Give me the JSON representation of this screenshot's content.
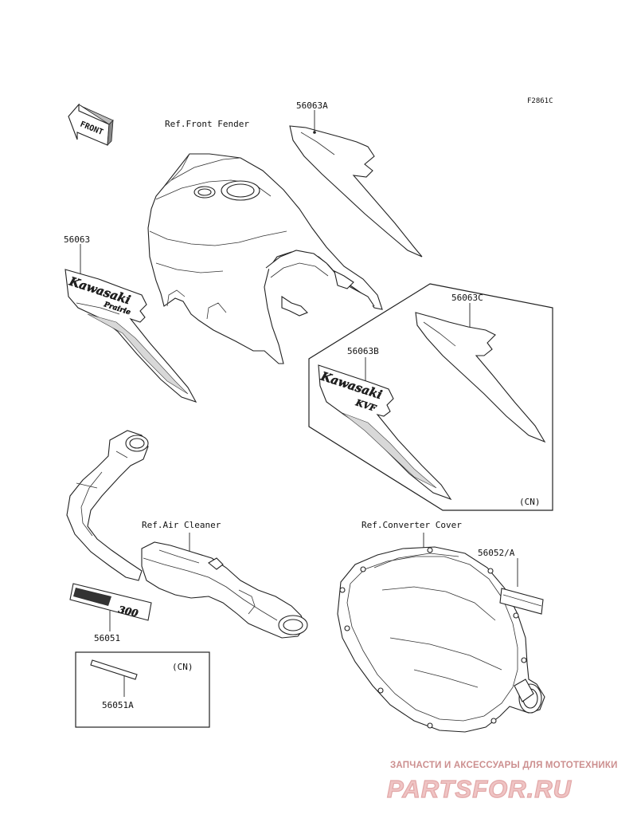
{
  "figure_code": "F2861C",
  "front_arrow": {
    "label": "FRONT"
  },
  "references": {
    "front_fender": "Ref.Front Fender",
    "air_cleaner": "Ref.Air Cleaner",
    "converter_cover": "Ref.Converter Cover"
  },
  "parts": {
    "p56063": "56063",
    "p56063A": "56063A",
    "p56063B": "56063B",
    "p56063C": "56063C",
    "p56051": "56051",
    "p56051A": "56051A",
    "p56052A": "56052/A"
  },
  "variant_boxes": {
    "upper_box": "(CN)",
    "lower_box": "(CN)"
  },
  "sticker_text": {
    "brand": "Kawasaki",
    "model_56063": "Prairie",
    "model_56063B": "KVF",
    "model_56051": "300"
  },
  "watermark": {
    "tagline": "ЗАПЧАСТИ И АКСЕССУАРЫ ДЛЯ МОТОТЕХНИКИ",
    "brand": "PARTSFOR.RU"
  }
}
